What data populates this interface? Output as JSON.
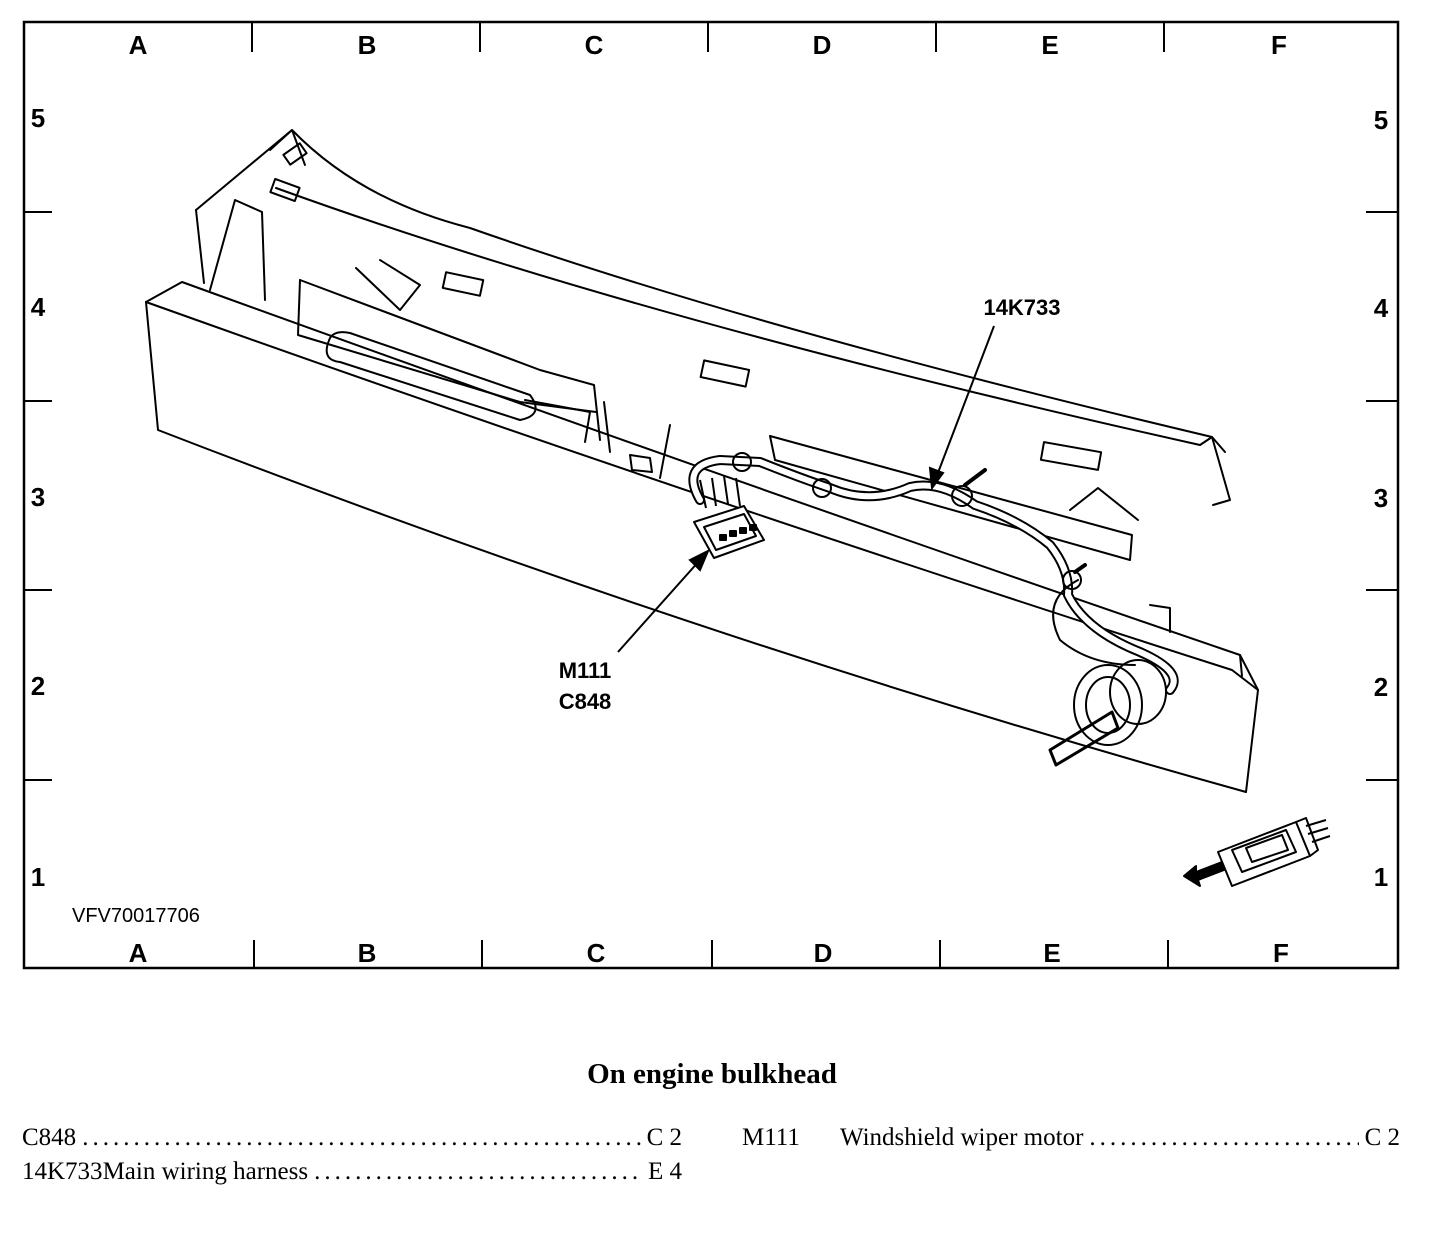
{
  "grid": {
    "columns": [
      "A",
      "B",
      "C",
      "D",
      "E",
      "F"
    ],
    "rows": [
      "5",
      "4",
      "3",
      "2",
      "1"
    ]
  },
  "figure_id": "VFV70017706",
  "callouts": {
    "harness": "14K733",
    "connector_line1": "M111",
    "connector_line2": "C848"
  },
  "caption": "On engine bulkhead",
  "legend": [
    {
      "code": "C848",
      "description": "",
      "location": "C 2"
    },
    {
      "code": "M111",
      "description": "Windshield wiper motor",
      "location": "C 2"
    },
    {
      "code": "14K733",
      "description": "Main wiring harness",
      "location": "E 4"
    }
  ]
}
